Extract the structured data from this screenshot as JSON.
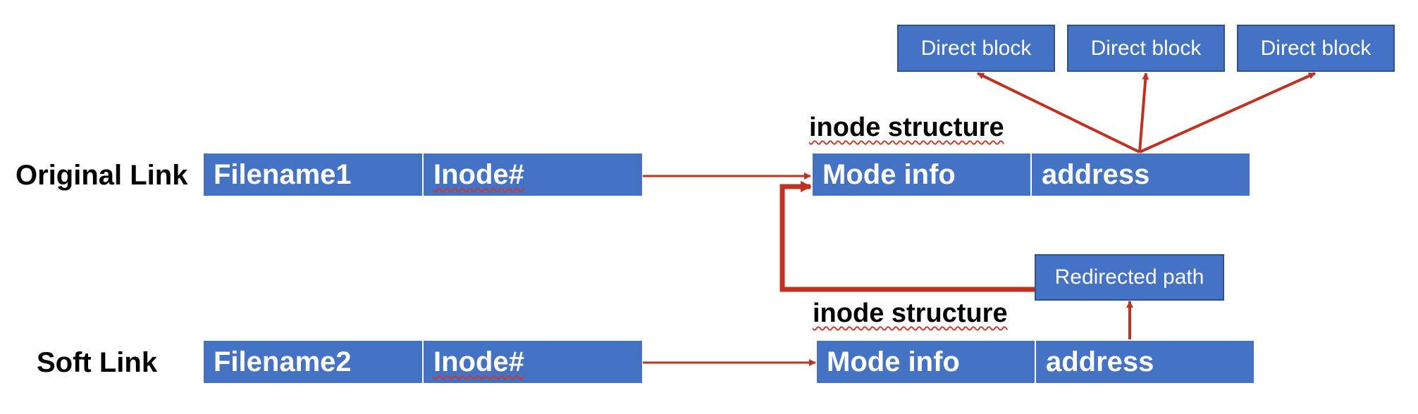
{
  "original": {
    "row_label": "Original Link",
    "filename": "Filename1",
    "inode_num": "Inode#",
    "inode_title": "inode structure",
    "mode_info": "Mode info",
    "address": "address",
    "blocks": [
      "Direct block",
      "Direct block",
      "Direct block"
    ]
  },
  "soft": {
    "row_label": "Soft Link",
    "filename": "Filename2",
    "inode_num": "Inode#",
    "inode_title": "inode structure",
    "mode_info": "Mode info",
    "address": "address",
    "redirect": "Redirected path"
  },
  "colors": {
    "box_fill": "#4472c4",
    "box_border": "#2f528f",
    "arrow": "#c0311f"
  }
}
